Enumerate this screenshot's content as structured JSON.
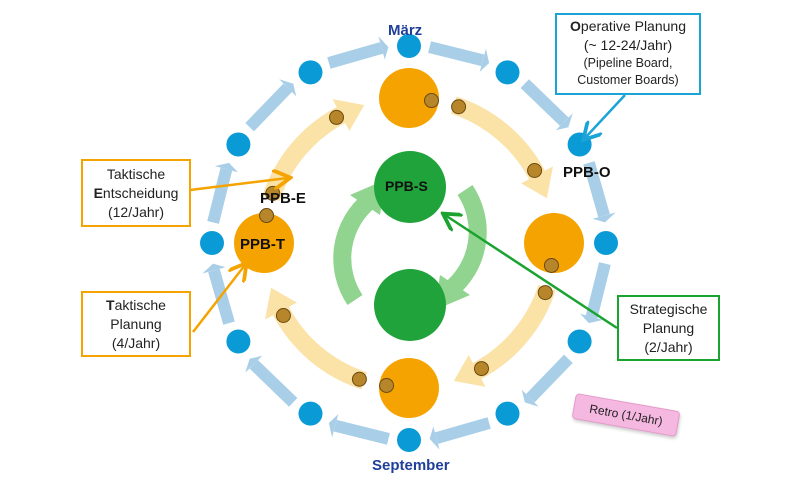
{
  "months": {
    "top": "März",
    "bottom": "September"
  },
  "nodes": {
    "ppb_s": "PPB-S",
    "ppb_o": "PPB-O",
    "ppb_e": "PPB-E",
    "ppb_t": "PPB-T"
  },
  "boxes": {
    "operative": {
      "first": "O",
      "rest": "perative Planung",
      "line2": "(~ 12-24/Jahr)",
      "line3": "(Pipeline Board,",
      "line4": "Customer Boards)"
    },
    "entscheidung": {
      "line1": "Taktische",
      "first": "E",
      "rest": "ntscheidung",
      "line3": "(12/Jahr)"
    },
    "taktisch": {
      "first": "T",
      "rest": "aktische",
      "line2": "Planung",
      "line3": "(4/Jahr)"
    },
    "strategisch": {
      "line1": "Strategische",
      "line2": "Planung",
      "line3": "(2/Jahr)"
    },
    "retro": "Retro (1/Jahr)"
  },
  "colors": {
    "blue": "#0a9bd6",
    "light_blue": "#a9cfe8",
    "orange": "#f5a300",
    "light_orange": "#fbe2a6",
    "green": "#1fa33a",
    "light_green": "#90d48f",
    "brown": "#b8862a",
    "operative_border": "#1aa4d8",
    "tactic_border": "#f5a300",
    "strategic_border": "#1aa32e",
    "retro_bg": "#f5b8e0"
  }
}
